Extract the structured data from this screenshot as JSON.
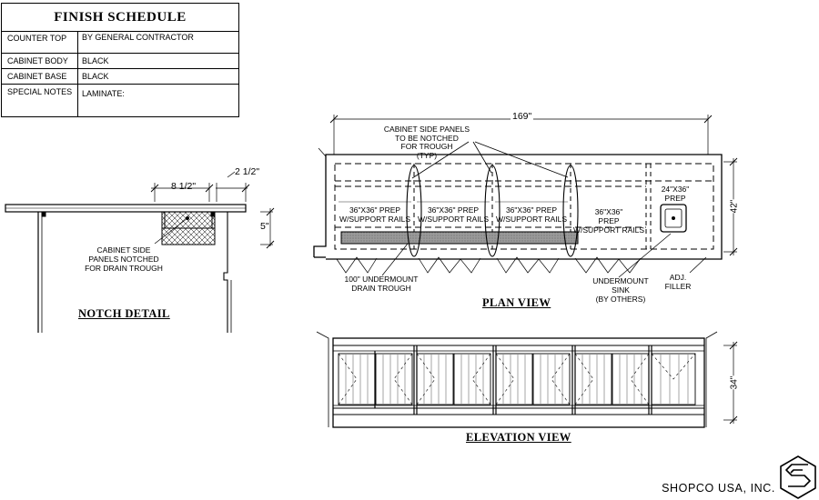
{
  "finish_schedule": {
    "title": "FINISH SCHEDULE",
    "rows": [
      {
        "label": "COUNTER TOP",
        "value": "BY GENERAL CONTRACTOR"
      },
      {
        "label": "CABINET BODY",
        "value": "BLACK"
      },
      {
        "label": "CABINET BASE",
        "value": "BLACK"
      },
      {
        "label": "SPECIAL NOTES",
        "value": "LAMINATE:"
      }
    ]
  },
  "notch_detail": {
    "title": "NOTCH DETAIL",
    "dim_width": "8 1/2\"",
    "dim_offset": "2 1/2\"",
    "dim_depth": "5\"",
    "note_line1": "CABINET SIDE",
    "note_line2": "PANELS NOTCHED",
    "note_line3": "FOR DRAIN TROUGH"
  },
  "plan_view": {
    "title": "PLAN VIEW",
    "dim_length": "169\"",
    "dim_depth": "42\"",
    "callout_line1": "CABINET SIDE PANELS",
    "callout_line2": "TO BE NOTCHED",
    "callout_line3": "FOR TROUGH",
    "callout_line4": "(TYP)",
    "sections": [
      {
        "line1": "36\"X36\" PREP",
        "line2": "W/SUPPORT RAILS"
      },
      {
        "line1": "36\"X36\" PREP",
        "line2": "W/SUPPORT RAILS"
      },
      {
        "line1": "36\"X36\" PREP",
        "line2": "W/SUPPORT RAILS"
      },
      {
        "line1": "36\"X36\"",
        "line2": "PREP",
        "line3": "W/SUPPORT RAILS"
      }
    ],
    "end_section_line1": "24\"X36\"",
    "end_section_line2": "PREP",
    "trough_note_line1": "100\" UNDERMOUNT",
    "trough_note_line2": "DRAIN TROUGH",
    "sink_note_line1": "UNDERMOUNT",
    "sink_note_line2": "SINK",
    "sink_note_line3": "(BY OTHERS)",
    "filler_note_line1": "ADJ.",
    "filler_note_line2": "FILLER"
  },
  "elevation_view": {
    "title": "ELEVATION VIEW",
    "dim_height": "34\""
  },
  "company": "SHOPCO USA, INC."
}
